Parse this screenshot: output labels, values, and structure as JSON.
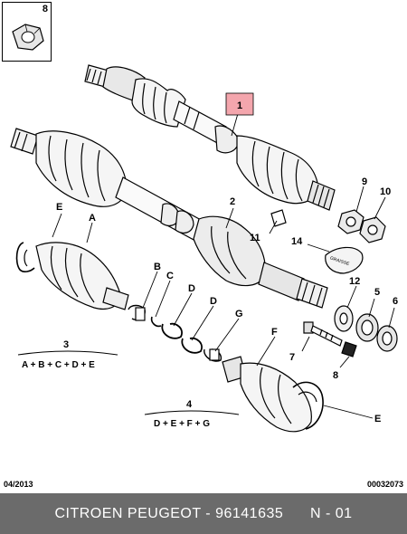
{
  "inset": {
    "number": "8"
  },
  "callouts": {
    "c1": "1",
    "c2": "2",
    "c5": "5",
    "c6": "6",
    "c7": "7",
    "c8": "8",
    "c9": "9",
    "c10": "10",
    "c11": "11",
    "c12": "12",
    "c14": "14",
    "A": "A",
    "B": "B",
    "C": "C",
    "D1": "D",
    "D2": "D",
    "E1": "E",
    "E2": "E",
    "F": "F",
    "G": "G"
  },
  "kits": [
    {
      "number": "3",
      "formula": "A + B + C + D + E"
    },
    {
      "number": "4",
      "formula": "D + E + F + G"
    }
  ],
  "grease_label": "GRAISSE",
  "highlight_color": "#f4a6ad",
  "meta": {
    "date": "04/2013",
    "doc_number": "00032073"
  },
  "footer": {
    "text": "CITROEN PEUGEOT - 96141635      N - 01"
  }
}
